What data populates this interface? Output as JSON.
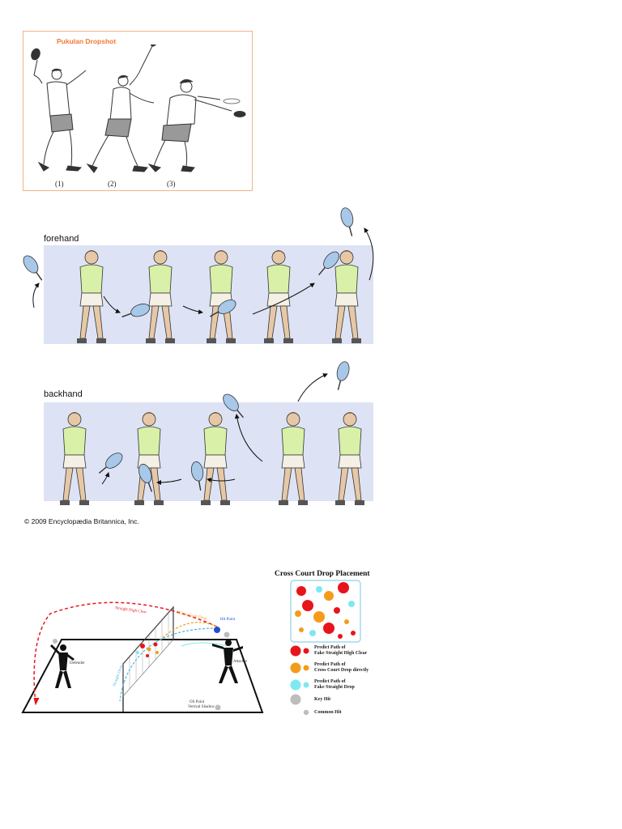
{
  "dropshot": {
    "title": "Pukulan Dropshot",
    "steps": [
      "(1)",
      "(2)",
      "(3)"
    ]
  },
  "strokes": {
    "forehand_label": "forehand",
    "backhand_label": "backhand",
    "copyright": "© 2009 Encyclopædia Britannica, Inc.",
    "band_color": "#dde3f4",
    "shirt_color": "#d9f0a8"
  },
  "court": {
    "defender": "Defender",
    "attacker": "Attacker",
    "hit_point": "Hit Point",
    "straight_high_clear": "Straight High Clear",
    "cross_court_drop": "Cross Court Drop",
    "straight_drop": "Straight Drop",
    "vertical_shadow": "Vertical Shadow",
    "os_point": "OS Point"
  },
  "legend": {
    "title": "Cross Court Drop Placement",
    "items": [
      {
        "line1": "Predict Path of",
        "line2": "Fake Straight High Clear",
        "color": "#e8141c"
      },
      {
        "line1": "Predict Path of",
        "line2": "Cross Court Drop directly",
        "color": "#f59b1b"
      },
      {
        "line1": "Predict Path of",
        "line2": "Fake Straight Drop",
        "color": "#7fe8f0"
      },
      {
        "line1": "Key Hit",
        "line2": "",
        "color": "#bdbdbd"
      },
      {
        "line1": "Common Hit",
        "line2": "",
        "color": "#bdbdbd"
      }
    ]
  }
}
